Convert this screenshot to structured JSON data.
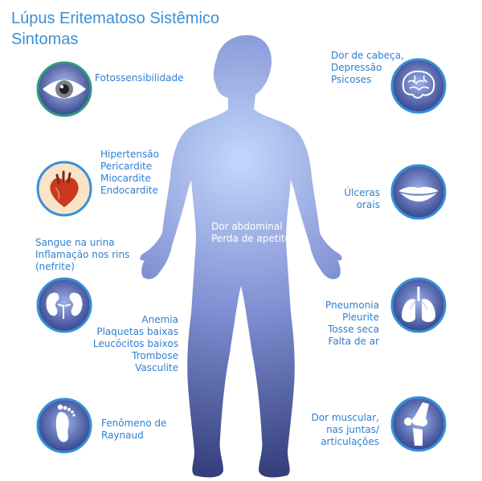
{
  "title": {
    "line1": "Lúpus Eritematoso Sistêmico",
    "line2": "Sintomas"
  },
  "symptoms": {
    "eye": {
      "l1": "Fotossensibilidade"
    },
    "heart": {
      "l1": "Hipertensão",
      "l2": "Pericardite",
      "l3": "Miocardite",
      "l4": "Endocardite"
    },
    "kidney": {
      "l1": "Sangue na urina",
      "l2": "Inflamação nos rins",
      "l3": "(nefrite)"
    },
    "blood": {
      "l1": "Anemia",
      "l2": "Plaquetas baixas",
      "l3": "Leucócitos baixos",
      "l4": "Trombose",
      "l5": "Vasculite"
    },
    "foot": {
      "l1": "Fenômeno de",
      "l2": "Raynaud"
    },
    "brain": {
      "l1": "Dor de cabeça,",
      "l2": "Depressão",
      "l3": "Psicoses"
    },
    "mouth": {
      "l1": "Úlceras",
      "l2": "orais"
    },
    "lungs": {
      "l1": "Pneumonia",
      "l2": "Pleurite",
      "l3": "Tosse seca",
      "l4": "Falta de ar"
    },
    "joint": {
      "l1": "Dor muscular,",
      "l2": "nas juntas/",
      "l3": "articulações"
    },
    "abdomen": {
      "l1": "Dor abdominal",
      "l2": "Perda de apetite"
    }
  },
  "colors": {
    "title": "#3c8fd6",
    "label": "#2f7fcf",
    "body_top": "#c3d6fb",
    "body_bottom": "#28336e",
    "icon_inner": "#9db0e8",
    "icon_outer": "#2c3b85",
    "icon_ring_green": "#2f9b7e",
    "icon_ring_blue": "#3590d8"
  }
}
